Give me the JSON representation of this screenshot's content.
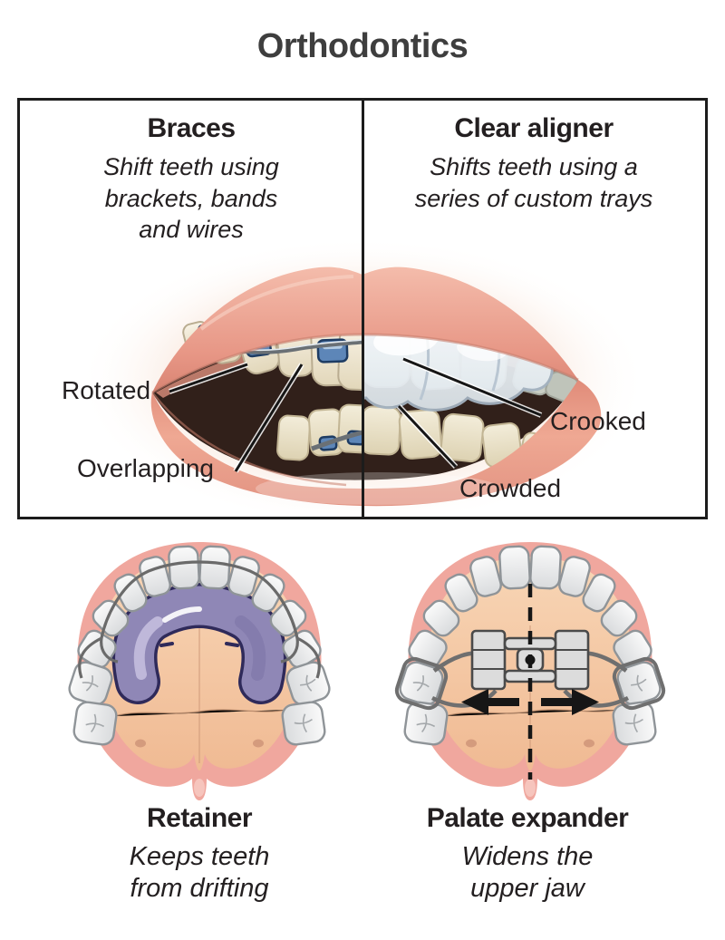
{
  "title": "Orthodontics",
  "panel": {
    "left": {
      "heading": "Braces",
      "description_lines": [
        "Shift teeth using",
        "brackets, bands",
        "and wires"
      ]
    },
    "right": {
      "heading": "Clear aligner",
      "description_lines": [
        "Shifts teeth using a",
        "series of custom trays"
      ]
    },
    "labels": {
      "rotated": "Rotated",
      "overlapping": "Overlapping",
      "crooked": "Crooked",
      "crowded": "Crowded"
    }
  },
  "figures": {
    "retainer": {
      "heading": "Retainer",
      "description_lines": [
        "Keeps teeth",
        "from drifting"
      ]
    },
    "palate_expander": {
      "heading": "Palate expander",
      "description_lines": [
        "Widens the",
        "upper jaw"
      ]
    }
  },
  "colors": {
    "text": "#231f20",
    "title_text": "#3e3e3e",
    "border": "#1c1c1c",
    "lip_pink": "#e79d8d",
    "mouth_dark": "#31201a",
    "tooth_cream": "#efe6d3",
    "bracket_blue": "#5d86b8",
    "bracket_dark": "#1e3c63",
    "wire_gray": "#6a7075",
    "aligner_stroke": "#a3b2c0",
    "gum_pink": "#f0a79e",
    "palate_peach": "#f5c9a5",
    "retainer_purple": "#958cbc",
    "retainer_outline": "#2f2a5a",
    "metal": "#dcdcdc",
    "metal_dark": "#4a4a4a",
    "arrow": "#161616",
    "tooth_gray_stroke": "#8f9498"
  }
}
